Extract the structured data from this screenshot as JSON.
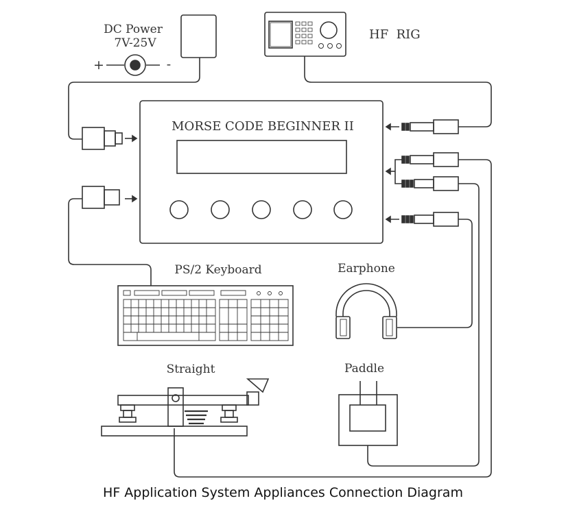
{
  "labels": {
    "dc_power_line1": "DC Power",
    "dc_power_line2": "7V-25V",
    "plus": "+",
    "minus": "-",
    "hf_rig": "HF  RIG",
    "device_title": "MORSE CODE BEGINNER II",
    "keyboard": "PS/2 Keyboard",
    "earphone": "Earphone",
    "straight": "Straight",
    "paddle": "Paddle"
  },
  "caption": "HF Application System Appliances Connection Diagram",
  "colors": {
    "line": "#333333",
    "background": "#ffffff",
    "caption": "#111111"
  }
}
